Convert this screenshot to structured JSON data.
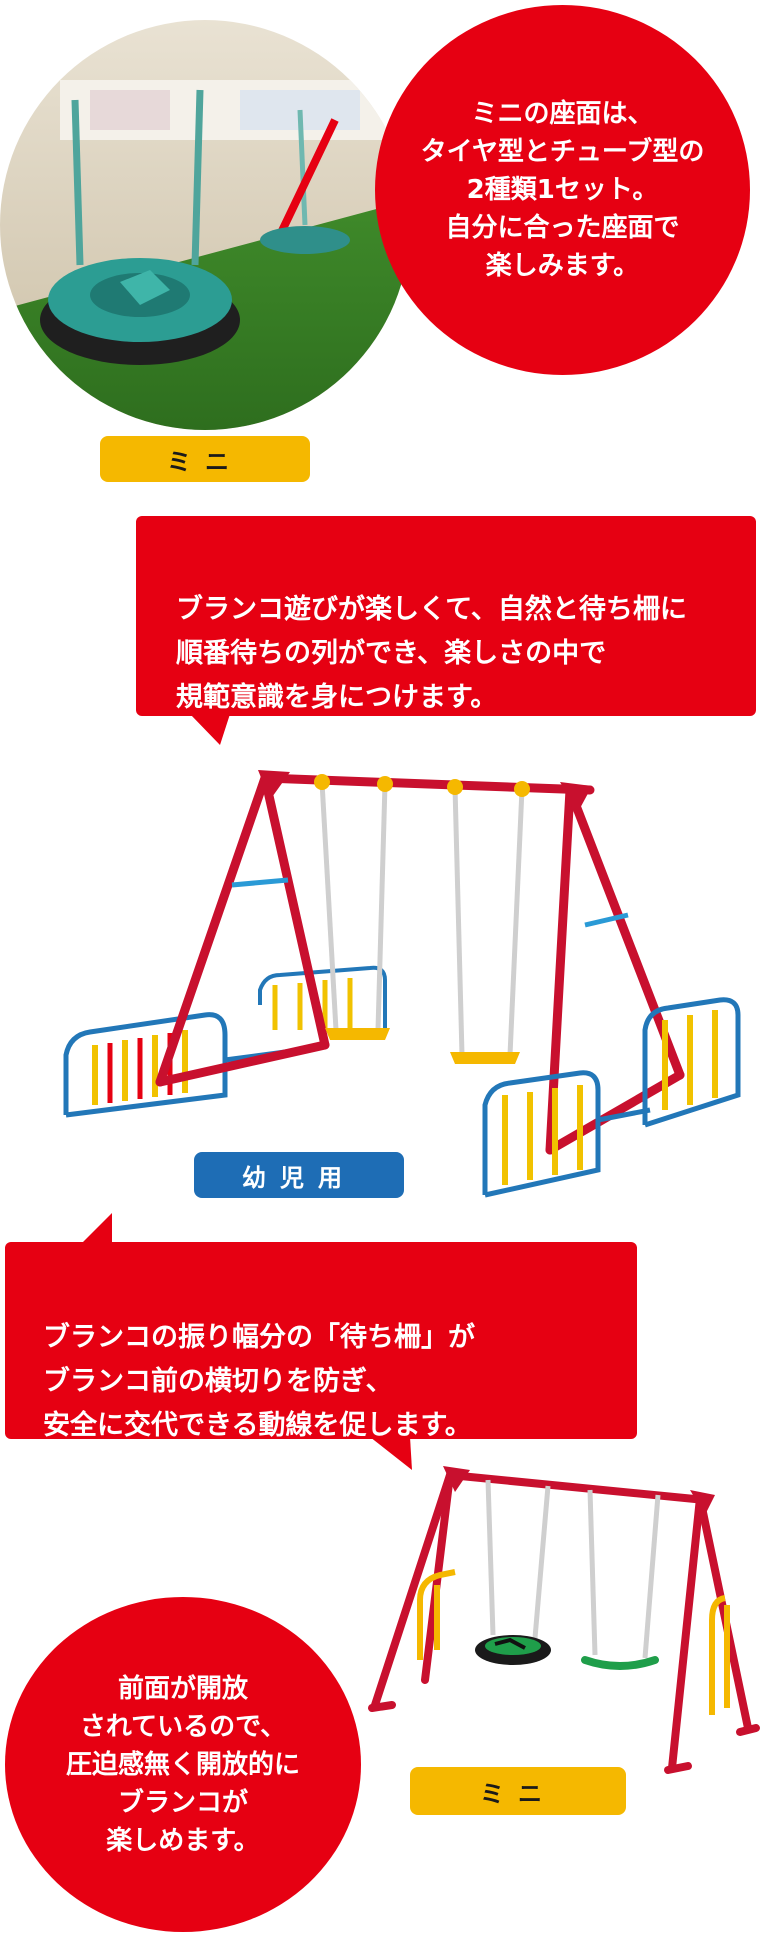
{
  "section1": {
    "circle_text": "ミニの座面は、\nタイヤ型とチューブ型の\n2種類1セット。\n自分に合った座面で\n楽しみます。",
    "label": "ミニ"
  },
  "section2": {
    "bubble_text": "ブランコ遊びが楽しくて、自然と待ち柵に\n順番待ちの列ができ、楽しさの中で\n規範意識を身につけます。",
    "label": "幼児用"
  },
  "section3": {
    "bubble_text": "ブランコの振り幅分の「待ち柵」が\nブランコ前の横切りを防ぎ、\n安全に交代できる動線を促します。"
  },
  "section4": {
    "circle_text": "前面が開放\nされているので、\n圧迫感無く開放的に\nブランコが\n楽しめます。",
    "label": "ミニ"
  },
  "colors": {
    "red": "#e60012",
    "yellow": "#f5b800",
    "blue": "#1e6db5"
  }
}
